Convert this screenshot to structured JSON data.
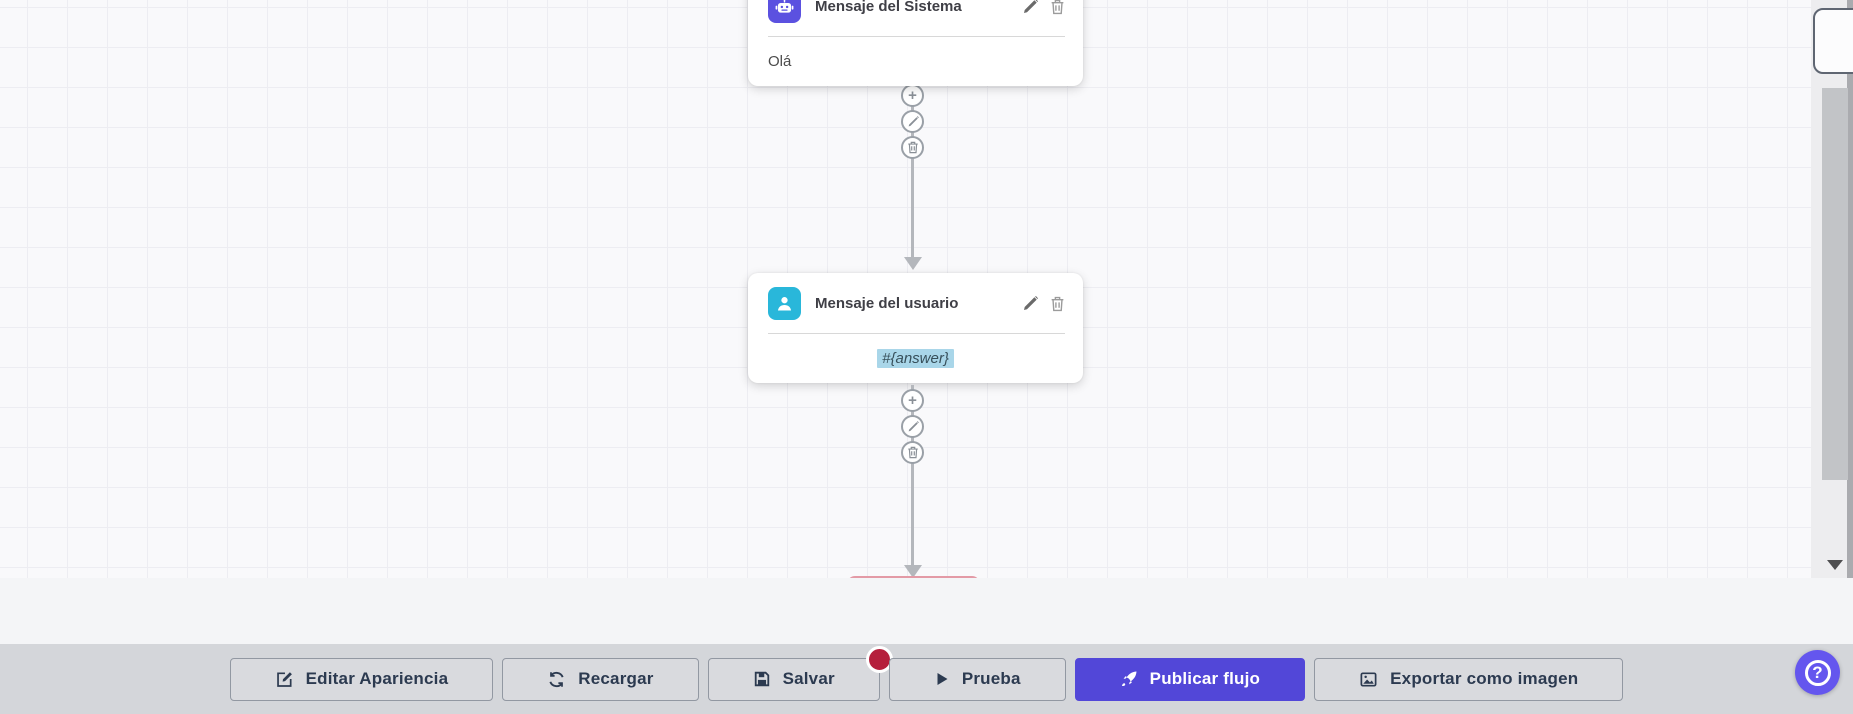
{
  "canvas": {
    "nodes": [
      {
        "title": "Mensaje del Sistema",
        "content": "Olá",
        "icon": "robot-icon",
        "icon_bg": "#5b51e0"
      },
      {
        "title": "Mensaje del usuario",
        "content": "#{answer}",
        "icon": "user-icon",
        "icon_bg": "#29b7da",
        "content_highlight_bg": "#a9d6e9"
      }
    ],
    "node_actions": [
      {
        "name": "edit",
        "icon": "pencil-icon"
      },
      {
        "name": "delete",
        "icon": "trash-icon"
      }
    ],
    "connector_actions": [
      {
        "name": "add",
        "glyph": "+"
      },
      {
        "name": "edit",
        "icon": "pencil-icon"
      },
      {
        "name": "delete",
        "icon": "trash-icon"
      }
    ]
  },
  "toolbar": {
    "buttons": [
      {
        "label": "Editar Apariencia",
        "icon": "edit-appearance-icon"
      },
      {
        "label": "Recargar",
        "icon": "refresh-icon"
      },
      {
        "label": "Salvar",
        "icon": "save-icon",
        "notification_dot": true,
        "dot_color": "#b51f3c"
      },
      {
        "label": "Prueba",
        "icon": "play-icon"
      },
      {
        "label": "Publicar flujo",
        "icon": "rocket-icon",
        "primary": true,
        "bg": "#5247d8"
      },
      {
        "label": "Exportar como imagen",
        "icon": "export-image-icon"
      }
    ]
  },
  "help": {
    "glyph": "?",
    "bg": "#6456ee"
  },
  "colors": {
    "canvas_bg": "#f9f9fb",
    "grid_line": "#ededf2",
    "connector": "#b4b7bc",
    "toolbar_bg": "#d4d6da",
    "footer_bg": "#f4f5f7",
    "button_text": "#2c3a50",
    "partial_node_border": "#e39aa6"
  }
}
